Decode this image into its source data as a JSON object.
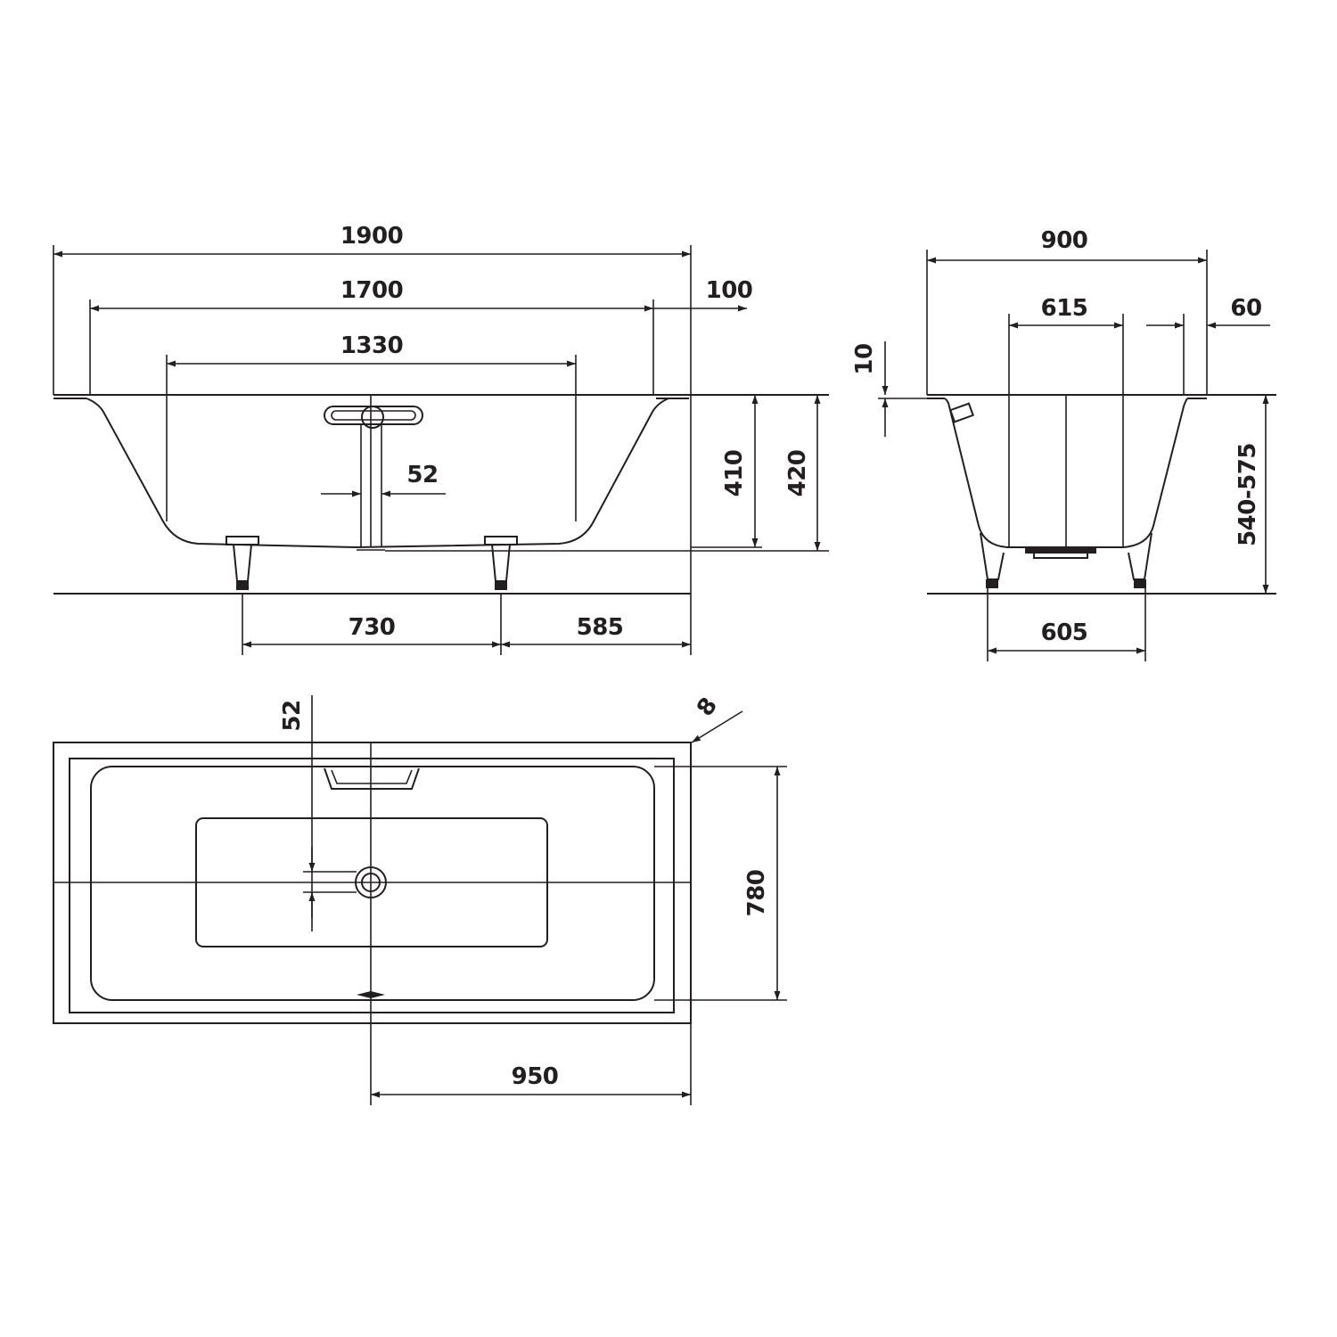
{
  "side_view": {
    "dim_total_length": "1900",
    "dim_inner_length": "1700",
    "dim_rim": "100",
    "dim_bottom_length": "1330",
    "dim_overflow_offset": "52",
    "dim_depth": "410",
    "dim_height": "420",
    "dim_feet_spacing": "730",
    "dim_foot_to_end": "585"
  },
  "end_view": {
    "dim_total_width": "900",
    "dim_bottom_width": "615",
    "dim_rim": "60",
    "dim_rim_thickness": "10",
    "dim_height_range": "540-575",
    "dim_feet_spacing": "605"
  },
  "top_view": {
    "dim_drain_offset": "52",
    "dim_radius": "8",
    "dim_inner_width": "780",
    "dim_drain_position": "950"
  },
  "colors": {
    "line": "#231f20",
    "background": "#ffffff"
  }
}
